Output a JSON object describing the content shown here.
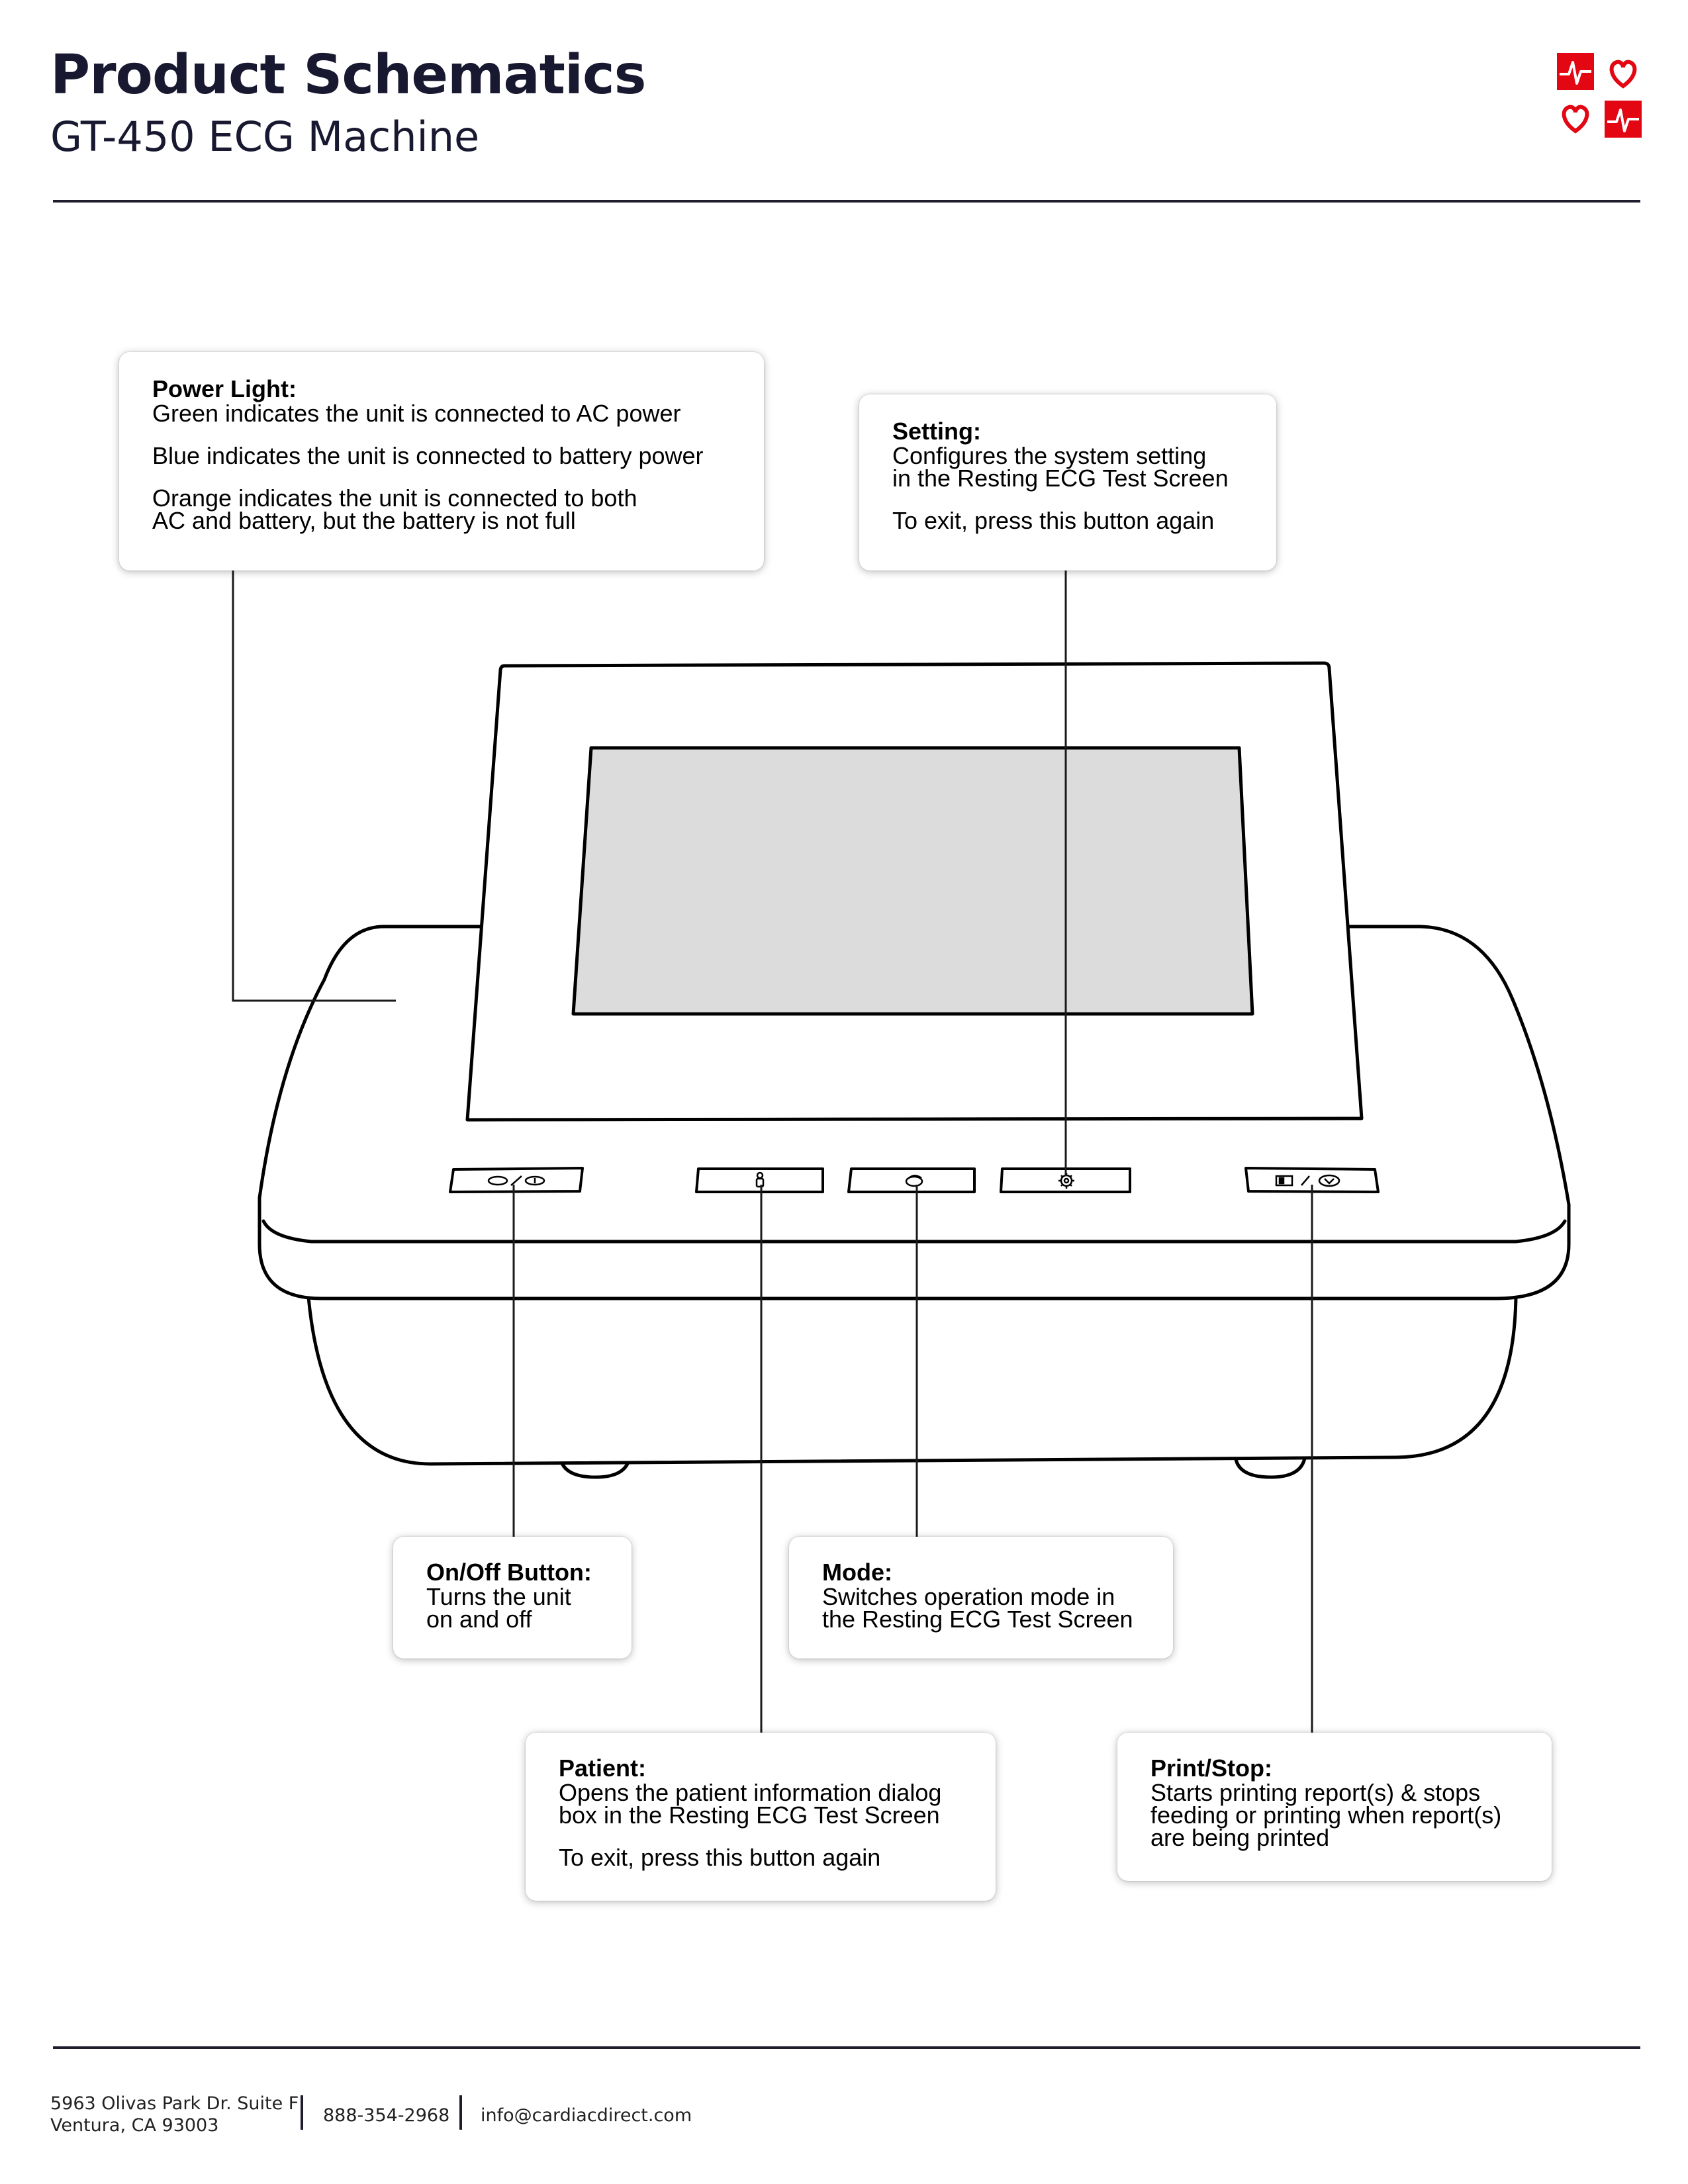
{
  "header": {
    "title": "Product Schematics",
    "subtitle": "GT-450 ECG Machine"
  },
  "colors": {
    "accent": "#e30613",
    "ink": "#181830",
    "screen_fill": "#dcdcdc"
  },
  "callouts": {
    "power_light": {
      "heading": "Power Light:",
      "lines": [
        "Green indicates the unit is connected to AC power",
        "Blue indicates the unit is connected to battery power",
        "Orange indicates the unit is connected to both",
        "AC and battery, but the battery is not full"
      ]
    },
    "setting": {
      "heading": "Setting:",
      "lines": [
        "Configures the system setting",
        "in the Resting ECG Test Screen",
        "To exit,  press this button again"
      ]
    },
    "on_off": {
      "heading": "On/Off Button:",
      "lines": [
        "Turns the unit",
        "on and off"
      ]
    },
    "mode": {
      "heading": "Mode:",
      "lines": [
        "Switches operation mode in",
        "the Resting ECG Test Screen"
      ]
    },
    "patient": {
      "heading": "Patient:",
      "lines": [
        "Opens the patient information dialog",
        "box in the Resting ECG Test Screen",
        "To exit, press this button again"
      ]
    },
    "print_stop": {
      "heading": "Print/Stop:",
      "lines": [
        "Starts printing report(s) & stops",
        "feeding or printing when report(s)",
        "are being printed"
      ]
    }
  },
  "device_buttons": [
    {
      "name": "on-off",
      "icon": "power-toggle-icon"
    },
    {
      "name": "patient",
      "icon": "person-icon"
    },
    {
      "name": "mode",
      "icon": "mode-icon"
    },
    {
      "name": "setting",
      "icon": "gear-icon"
    },
    {
      "name": "print-stop",
      "icon": "print-stop-icon"
    }
  ],
  "footer": {
    "address_line1": "5963 Olivas Park Dr. Suite F",
    "address_line2": "Ventura, CA 93003",
    "phone": "888-354-2968",
    "email": "info@cardiacdirect.com"
  }
}
